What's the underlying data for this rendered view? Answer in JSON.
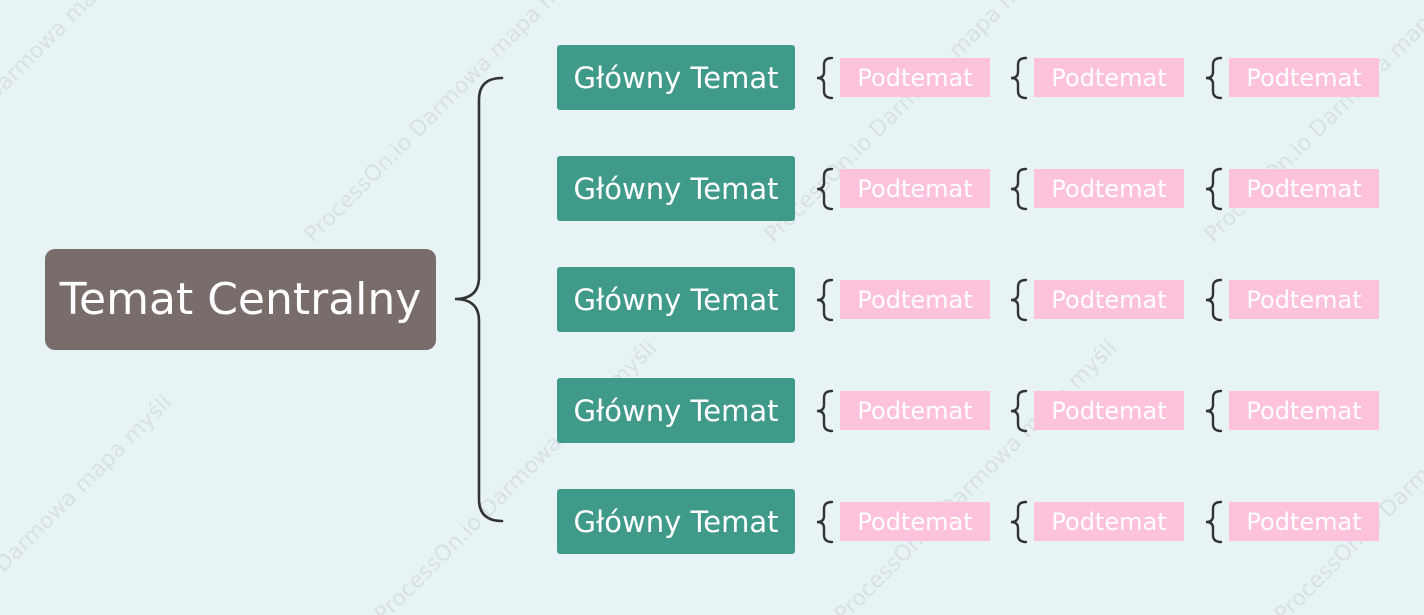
{
  "watermark": {
    "texts": [
      "Darmowa mapa myśli",
      "ProcessOn.io Darmowa mapa myśli",
      "ProcessOn.io Darmowa mapa myśli",
      "ProcessOn.io Darmowa mapa myśli",
      "Darmowa mapa myśli",
      "ProcessOn.io Darmowa mapa myśli",
      "ProcessOn.io Darmowa mapa myśli",
      "ProcessOn.io Darmowa mapa myśli"
    ]
  },
  "colors": {
    "background": "#e8f3f5",
    "central": "#786d6b",
    "main_topic": "#409a89",
    "subtopic": "#ffc2dc",
    "connector": "#333333",
    "text": "#ffffff"
  },
  "central_topic": {
    "label": "Temat Centralny"
  },
  "main_topics": [
    {
      "label": "Główny Temat",
      "subtopics": [
        "Podtemat",
        "Podtemat",
        "Podtemat"
      ]
    },
    {
      "label": "Główny Temat",
      "subtopics": [
        "Podtemat",
        "Podtemat",
        "Podtemat"
      ]
    },
    {
      "label": "Główny Temat",
      "subtopics": [
        "Podtemat",
        "Podtemat",
        "Podtemat"
      ]
    },
    {
      "label": "Główny Temat",
      "subtopics": [
        "Podtemat",
        "Podtemat",
        "Podtemat"
      ]
    },
    {
      "label": "Główny Temat",
      "subtopics": [
        "Podtemat",
        "Podtemat",
        "Podtemat"
      ]
    }
  ]
}
